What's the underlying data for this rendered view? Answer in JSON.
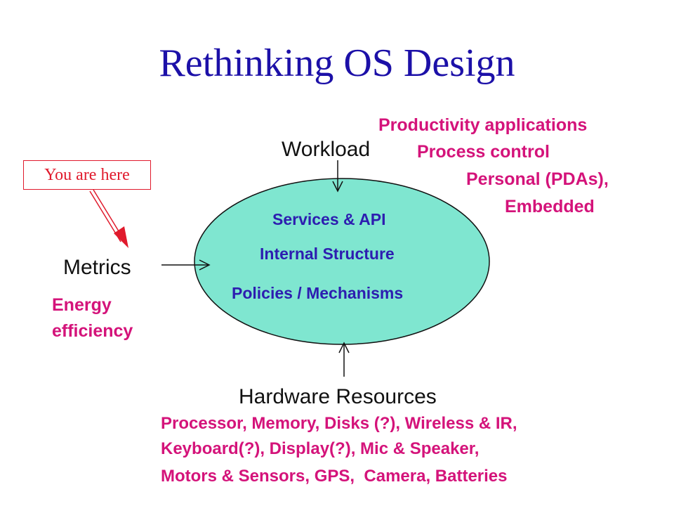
{
  "title": "Rethinking OS Design",
  "workload": {
    "label": "Workload",
    "examples": [
      "Productivity applications",
      "Process control",
      "Personal (PDAs),",
      "Embedded"
    ]
  },
  "center": {
    "lines": [
      "Services & API",
      "Internal Structure",
      "Policies / Mechanisms"
    ],
    "fill_color": "#7fe6d0"
  },
  "metrics": {
    "label": "Metrics",
    "examples": [
      "Energy",
      "efficiency"
    ]
  },
  "pointer": {
    "label": "You are here"
  },
  "hardware": {
    "label": "Hardware Resources",
    "examples": [
      "Processor, Memory, Disks (?), Wireless & IR,",
      "Keyboard(?), Display(?), Mic & Speaker,",
      "Motors & Sensors, GPS,  Camera, Batteries"
    ]
  },
  "colors": {
    "title": "#1c10a8",
    "examples": "#d4137a",
    "center_text": "#2d1db0",
    "pointer": "#e01a2c"
  }
}
